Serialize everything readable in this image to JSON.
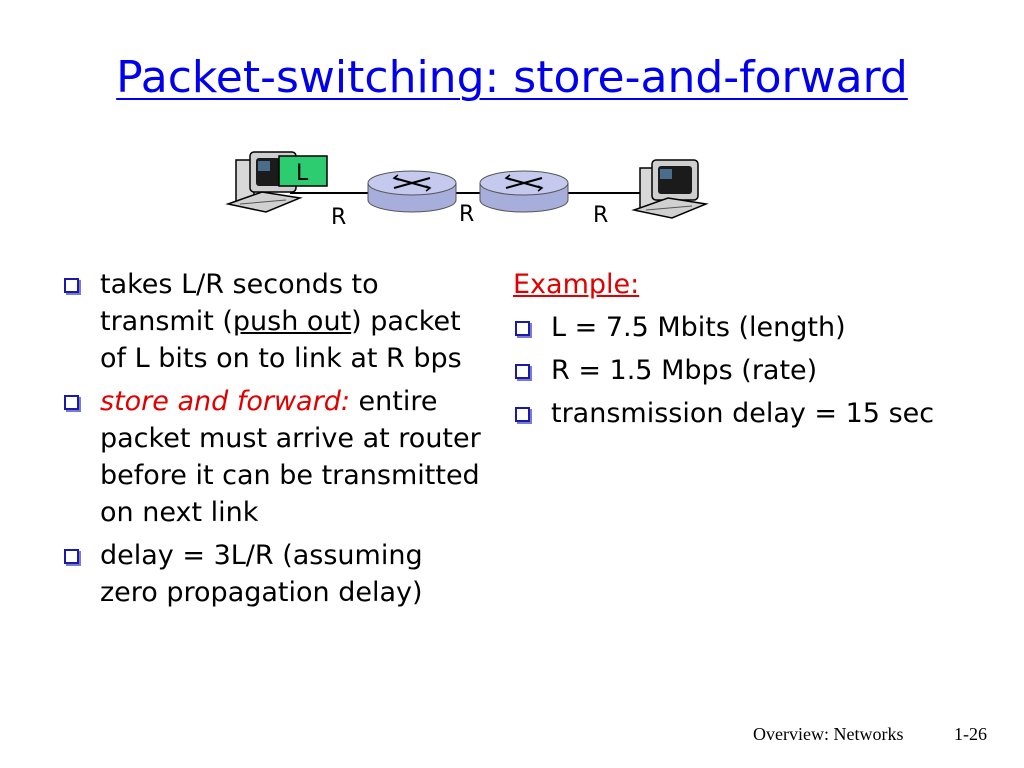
{
  "slide": {
    "title": "Packet-switching: store-and-forward"
  },
  "diagram": {
    "packet_label": "L",
    "link_labels": [
      "R",
      "R",
      "R"
    ],
    "icons": [
      "computer-icon",
      "router-icon",
      "router-icon",
      "computer-icon"
    ]
  },
  "left_bullets": [
    {
      "parts": [
        "takes L/R seconds to transmit (",
        "push out",
        ") packet of L bits on to link at R bps"
      ]
    },
    {
      "emph": "store and forward:",
      "text": " entire packet must arrive at router before it can be transmitted on next link"
    },
    {
      "text": "delay = 3L/R (assuming zero propagation delay)"
    }
  ],
  "example": {
    "heading": "Example:",
    "items": [
      "L = 7.5 Mbits (length)",
      "R = 1.5 Mbps (rate)",
      "transmission delay = 15 sec"
    ]
  },
  "footer": {
    "left": "Overview: Networks",
    "right": "1-26"
  },
  "colors": {
    "title": "#0000ee",
    "emphasis": "#e00000",
    "packet_fill": "#2ecc71",
    "router_fill": "#b8bde6"
  }
}
